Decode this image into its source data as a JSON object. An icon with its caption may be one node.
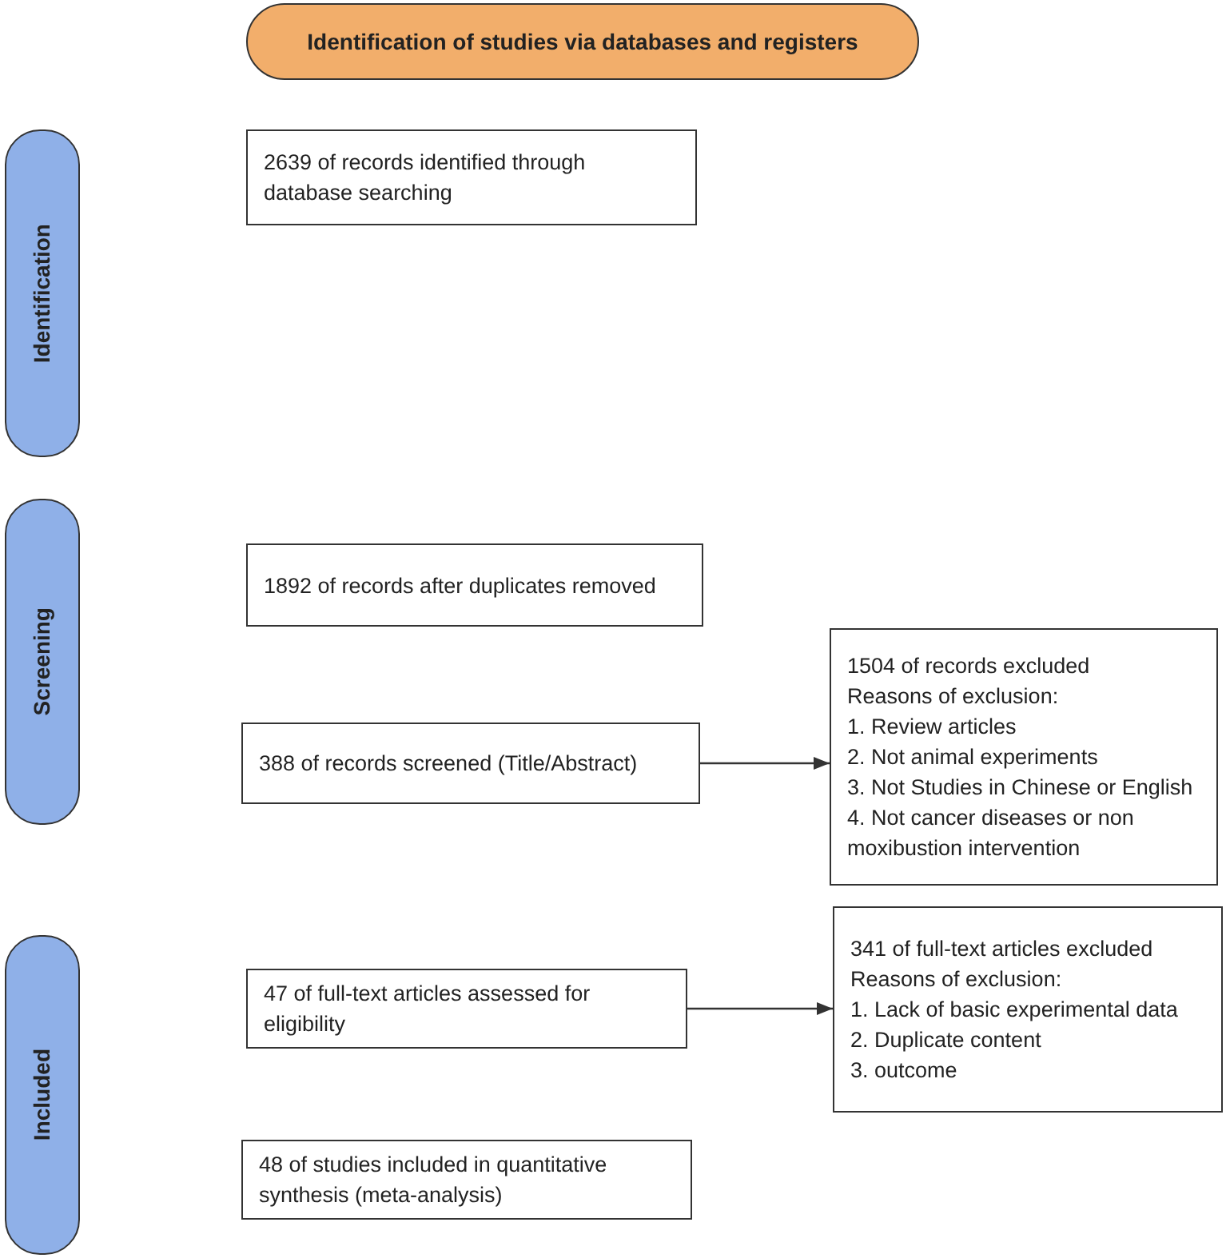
{
  "diagram": {
    "nodes": [
      {
        "text": [
          "Identification of studies via databases and registers"
        ]
      },
      {
        "text": [
          "Identification"
        ]
      },
      {
        "text": [
          "2639 of records identified through database searching"
        ]
      },
      {
        "text": [
          "Screening"
        ]
      },
      {
        "text": [
          "1892 of records after duplicates removed"
        ]
      },
      {
        "text": [
          "388 of records screened (Title/Abstract)"
        ]
      },
      {
        "text": [
          "1504 of records excluded",
          "Reasons of exclusion:",
          "1. Review articles",
          "2. Not animal experiments",
          "3. Not Studies in Chinese or English",
          "4. Not cancer diseases or non moxibustion intervention"
        ]
      },
      {
        "text": [
          "Included"
        ]
      },
      {
        "text": [
          "47 of full-text articles assessed for eligibility"
        ]
      },
      {
        "text": [
          "341 of full-text articles excluded",
          "Reasons of exclusion:",
          "1. Lack of basic experimental data",
          "2. Duplicate content",
          "3. outcome"
        ]
      },
      {
        "text": [
          "48 of studies included in quantitative synthesis (meta-analysis)"
        ]
      }
    ],
    "edges": [
      {
        "from": 5,
        "to": 6,
        "arrow": "to"
      },
      {
        "from": 8,
        "to": 9,
        "arrow": "to"
      }
    ]
  }
}
